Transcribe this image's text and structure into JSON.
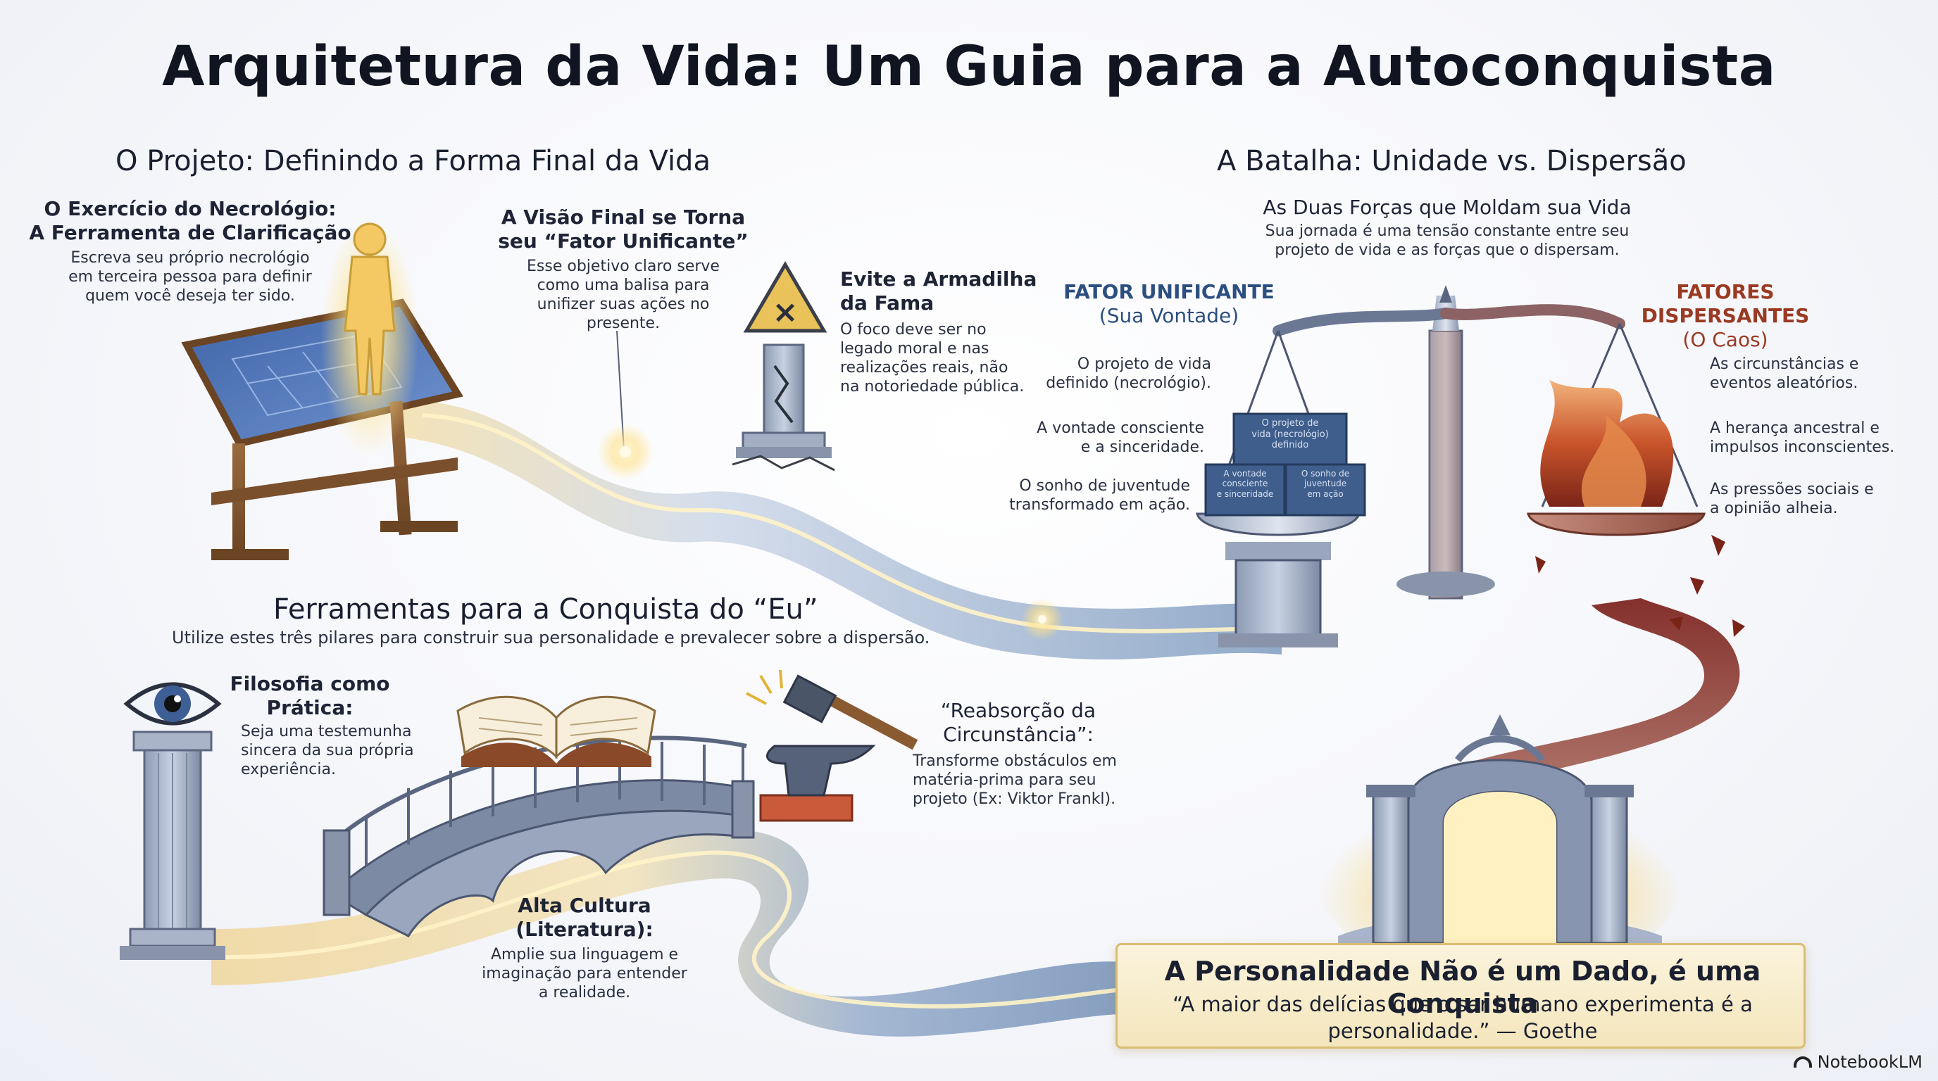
{
  "title": "Arquitetura da Vida: Um Guia para a Autoconquista",
  "section_project": {
    "heading": "O Projeto: Definindo a Forma Final da Vida",
    "necrology": {
      "title_l1": "O Exercício do Necrológio:",
      "title_l2": "A Ferramenta de Clarificação",
      "body_l1": "Escreva seu próprio necrológio",
      "body_l2": "em terceira pessoa para definir",
      "body_l3": "quem você deseja ter sido."
    },
    "vision": {
      "title_l1": "A Visão Final se Torna",
      "title_l2": "seu “Fator Unificante”",
      "body_l1": "Esse objetivo claro serve",
      "body_l2": "como uma balisa para",
      "body_l3": "unifizer suas ações no",
      "body_l4": "presente."
    },
    "fame": {
      "title_l1": "Evite a Armadilha",
      "title_l2": "da Fama",
      "body_l1": "O foco deve ser no",
      "body_l2": "legado moral e nas",
      "body_l3": "realizações reais, não",
      "body_l4": "na notoriedade pública."
    }
  },
  "section_battle": {
    "heading": "A Batalha: Unidade vs. Dispersão",
    "sub_heading": "As Duas Forças que Moldam sua Vida",
    "sub_body_l1": "Sua jornada é uma tensão constante entre seu",
    "sub_body_l2": "projeto de vida e as forças que o dispersam.",
    "unifying": {
      "label": "FATOR UNIFICANTE",
      "sub": "(Sua Vontade)",
      "items": [
        {
          "l1": "O projeto de vida",
          "l2": "definido (necrológio)."
        },
        {
          "l1": "A vontade consciente",
          "l2": "e a sinceridade."
        },
        {
          "l1": "O sonho de juventude",
          "l2": "transformado em ação."
        }
      ],
      "blocks": [
        {
          "l1": "O projeto de",
          "l2": "vida (necrológio)",
          "l3": "definido"
        },
        {
          "l1": "A vontade",
          "l2": "consciente",
          "l3": "e sinceridade"
        },
        {
          "l1": "O sonho de",
          "l2": "juventude",
          "l3": "em ação"
        }
      ]
    },
    "dispersing": {
      "label": "FATORES DISPERSANTES",
      "sub": "(O Caos)",
      "items": [
        {
          "l1": "As circunstâncias e",
          "l2": "eventos aleatórios."
        },
        {
          "l1": "A herança ancestral e",
          "l2": "impulsos inconscientes."
        },
        {
          "l1": "As pressões sociais e",
          "l2": "a opinião alheia."
        }
      ]
    }
  },
  "section_tools": {
    "heading": "Ferramentas para a Conquista do “Eu”",
    "body": "Utilize estes três pilares para construir sua personalidade e prevalecer sobre a dispersão.",
    "philosophy": {
      "title_l1": "Filosofia como",
      "title_l2": "Prática:",
      "body_l1": "Seja uma testemunha",
      "body_l2": "sincera da sua própria",
      "body_l3": "experiência."
    },
    "culture": {
      "title_l1": "Alta Cultura",
      "title_l2": "(Literatura):",
      "body_l1": "Amplie sua linguagem e",
      "body_l2": "imaginação para entender",
      "body_l3": "a realidade."
    },
    "reabsorption": {
      "title_l1": "“Reabsorção da",
      "title_l2": "Circunstância”:",
      "body_l1": "Transforme obstáculos em",
      "body_l2": "matéria-prima para seu",
      "body_l3": "projeto (Ex: Viktor Frankl)."
    }
  },
  "conclusion": {
    "title": "A Personalidade Não é um Dado, é uma Conquista",
    "quote_l1": "“A maior das delícias que o ser humano experimenta é a",
    "quote_l2": "personalidade.” — Goethe"
  },
  "brand": "NotebookLM",
  "colors": {
    "path_gold": "#e8c46a",
    "path_blue": "#6f8fb8",
    "chaos_red": "#8a2f25",
    "unifying_blue": "#2c4f80",
    "dispersing_red": "#9a3a22",
    "banner_bg": "#f4e6bd"
  }
}
